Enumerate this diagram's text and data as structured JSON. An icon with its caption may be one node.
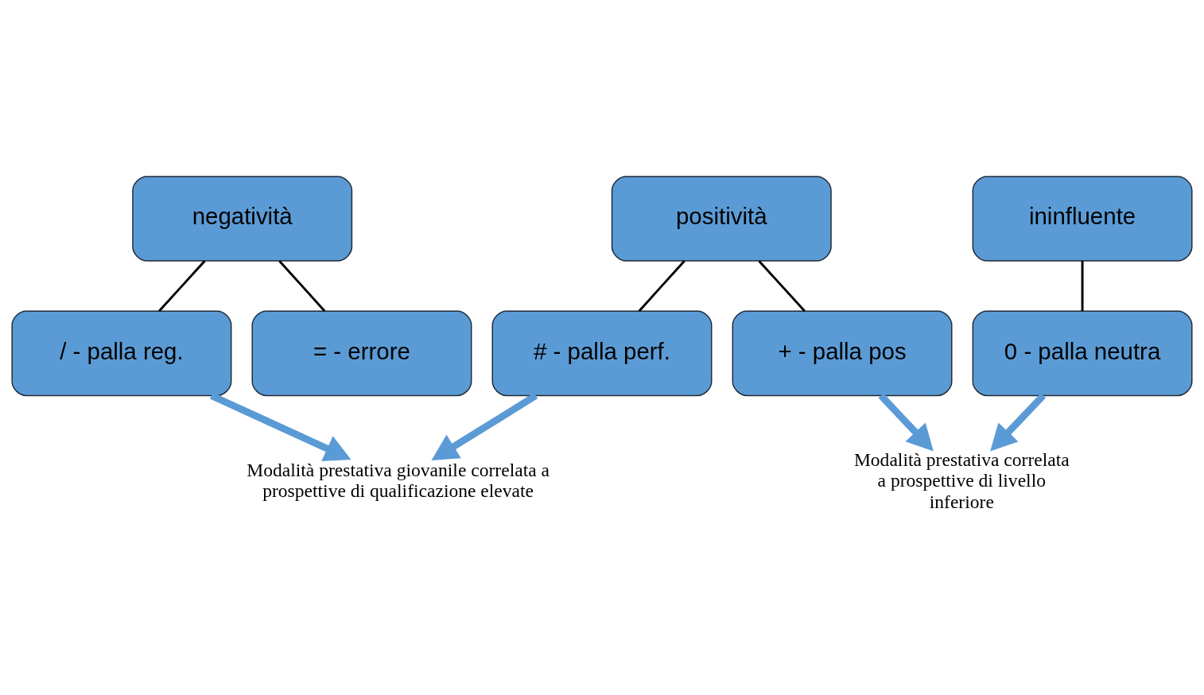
{
  "diagram": {
    "nodes": [
      {
        "text": [
          "positività"
        ]
      },
      {
        "text": [
          "ininfluente"
        ]
      },
      {
        "text": [
          "negatività"
        ]
      },
      {
        "text": [
          "# - palla perf."
        ]
      },
      {
        "text": [
          "+ - palla pos"
        ]
      },
      {
        "text": [
          "0 - palla neutra"
        ]
      },
      {
        "text": [
          "/ - palla reg."
        ]
      },
      {
        "text": [
          "= - errore"
        ]
      },
      {
        "text": [
          "Modalità prestativa correlata a prospettive di livello inferiore"
        ]
      },
      {
        "text": [
          "Modalità prestativa giovanile correlata a prospettive di qualificazione elevate"
        ]
      }
    ],
    "edges": [
      {
        "from": 0,
        "to": 3,
        "arrow": "none"
      },
      {
        "from": 0,
        "to": 4,
        "arrow": "none"
      },
      {
        "from": 1,
        "to": 5,
        "arrow": "none"
      },
      {
        "from": 2,
        "to": 6,
        "arrow": "none"
      },
      {
        "from": 2,
        "to": 7,
        "arrow": "none"
      },
      {
        "from": 3,
        "to": 9,
        "arrow": "to",
        "style": "thick",
        "color": "#5b9bd5"
      },
      {
        "from": 4,
        "to": 8,
        "arrow": "to",
        "style": "thick",
        "color": "#5b9bd5"
      },
      {
        "from": 5,
        "to": 8,
        "arrow": "to",
        "style": "thick",
        "color": "#5b9bd5"
      },
      {
        "from": 6,
        "to": 9,
        "arrow": "to",
        "style": "thick",
        "color": "#5b9bd5"
      }
    ]
  }
}
